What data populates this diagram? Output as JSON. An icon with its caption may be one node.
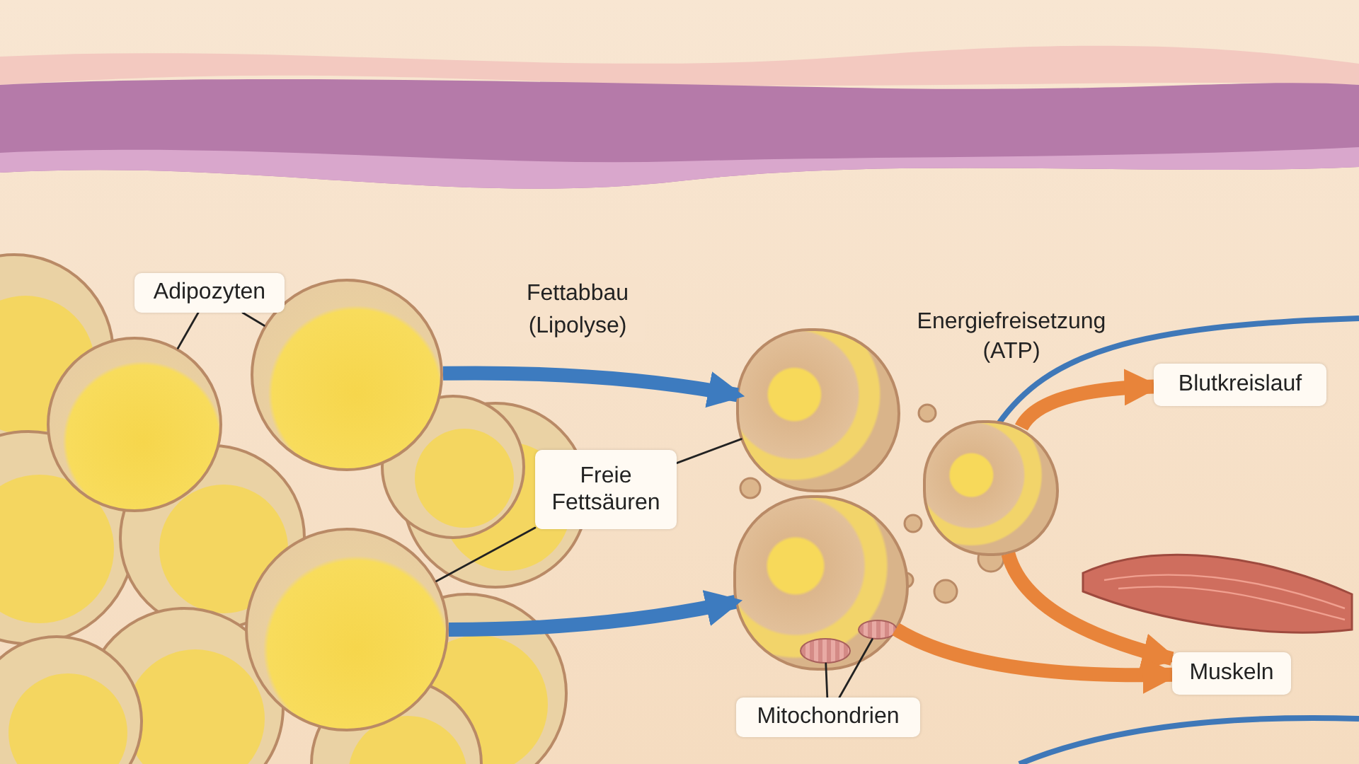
{
  "diagram": {
    "nodes": [
      {
        "text": [
          "Adipozyten"
        ]
      },
      {
        "text": [],
        "shape": "picture"
      },
      {
        "text": [],
        "shape": "picture"
      },
      {
        "text": [
          "Freie Fettsäuren"
        ]
      },
      {
        "text": [],
        "shape": "picture"
      },
      {
        "text": [],
        "shape": "picture"
      },
      {
        "text": [],
        "shape": "picture"
      },
      {
        "text": [],
        "shape": "picture"
      },
      {
        "text": [
          "Mitochondrien"
        ]
      },
      {
        "text": [],
        "shape": "picture",
        "in": 6
      },
      {
        "text": [],
        "shape": "picture",
        "in": 6
      },
      {
        "text": [
          "Blutkreislauf"
        ]
      },
      {
        "text": [
          "Muskeln"
        ]
      }
    ],
    "edges": [
      {
        "from": 0,
        "to": 1,
        "arrow": "none"
      },
      {
        "from": 0,
        "to": 2,
        "arrow": "none"
      },
      {
        "from": 3,
        "to": 4,
        "arrow": "none"
      },
      {
        "from": 3,
        "to": 5,
        "arrow": "none"
      },
      {
        "from": 8,
        "to": 9,
        "arrow": "none"
      },
      {
        "from": 8,
        "to": 10,
        "arrow": "none"
      },
      {
        "from": 2,
        "to": 5,
        "arrow": "to",
        "label": "Fettabbau (Lipolyse)",
        "style": "thick",
        "color": "#3d7bbf"
      },
      {
        "from": 4,
        "to": 6,
        "arrow": "to",
        "style": "thick",
        "color": "#3d7bbf"
      },
      {
        "from": 7,
        "to": 11,
        "arrow": "to",
        "style": "thick",
        "color": "#e8843a"
      },
      {
        "from": 7,
        "to": 12,
        "arrow": "to",
        "style": "thick",
        "color": "#e8843a"
      },
      {
        "from": 6,
        "to": 12,
        "arrow": "to",
        "style": "thick",
        "color": "#e8843a"
      }
    ],
    "labels": [
      "Energiefreisetzung (ATP)"
    ]
  }
}
